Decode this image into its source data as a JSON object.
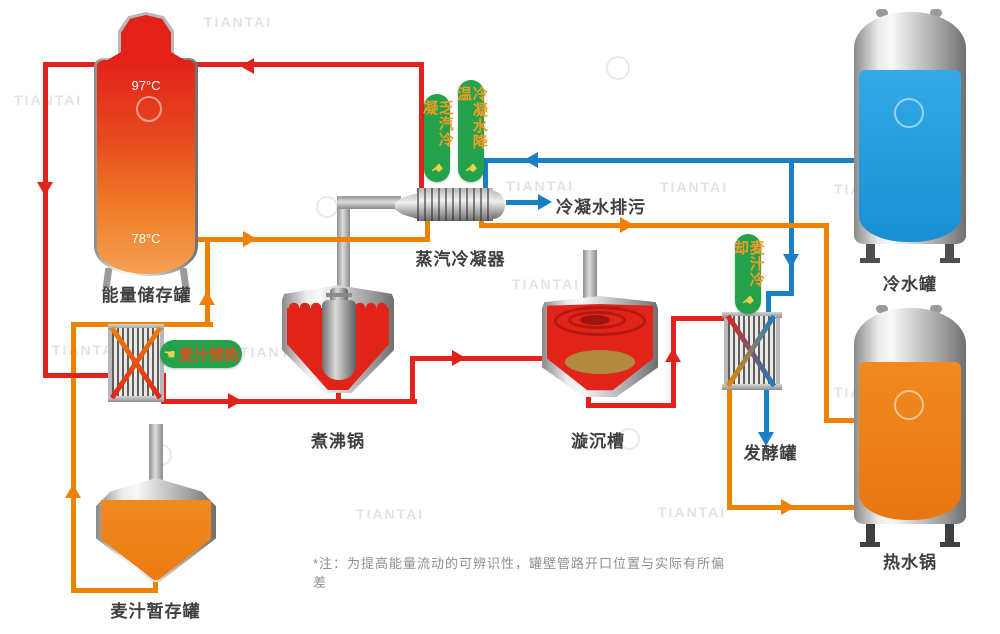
{
  "watermark": {
    "text": "TIANTAI"
  },
  "footnote": {
    "text": "*注：为提高能量流动的可辨识性，罐壁管路开口位置与实际有所偏差"
  },
  "equipment": {
    "energy_tank": {
      "label": "能量储存罐",
      "temp_top": "97°C",
      "temp_bottom": "78°C"
    },
    "steam_condenser": {
      "label": "蒸汽冷凝器"
    },
    "cold_water_tank": {
      "label": "冷水罐"
    },
    "boil_kettle": {
      "label": "煮沸锅"
    },
    "whirlpool": {
      "label": "漩沉槽"
    },
    "fermenter": {
      "label": "发酵罐"
    },
    "hot_water_tank": {
      "label": "热水锅"
    },
    "wort_buffer_tank": {
      "label": "麦汁暂存罐"
    }
  },
  "badges": {
    "steam_condensing": {
      "label": "乏汽冷凝",
      "icon": "hand-pointer-icon"
    },
    "condensate_cooling": {
      "label": "冷凝水降温",
      "icon": "hand-pointer-icon"
    },
    "wort_cooling": {
      "label": "麦汁冷却",
      "icon": "hand-pointer-icon"
    },
    "wort_preheat": {
      "label": "麦汁预热",
      "icon": "hand-pointer-icon"
    }
  },
  "flow_labels": {
    "condensate_drain": "冷凝水排污"
  },
  "colors": {
    "hot_pipe": "#e0231c",
    "warm_pipe": "#ee8100",
    "cold_pipe": "#1b7fc3",
    "badge_green": "#23a24b",
    "badge_text_orange": "#f59b23",
    "badge_text_red": "#ea481d",
    "cold_liquid": "#1b9ade",
    "hot_liquid": "#ee7f18",
    "label_gray": "#3f3f3f"
  }
}
